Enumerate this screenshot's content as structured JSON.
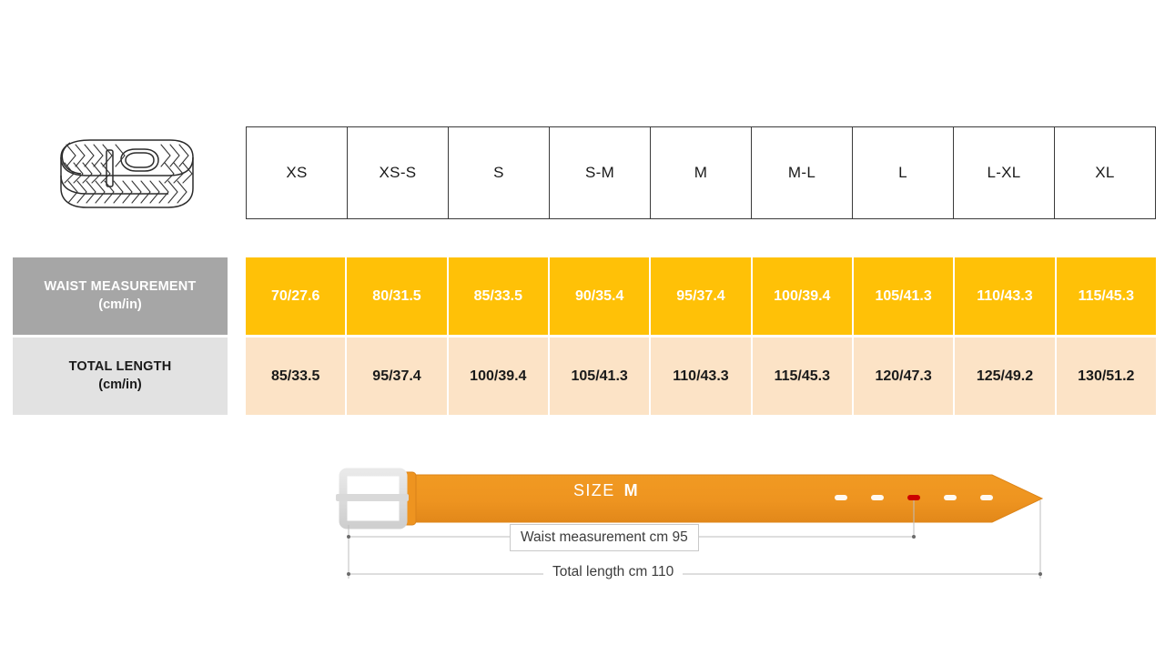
{
  "product": {
    "icon": "braided-belt-illustration"
  },
  "table": {
    "sizes": [
      "XS",
      "XS-S",
      "S",
      "S-M",
      "M",
      "M-L",
      "L",
      "L-XL",
      "XL"
    ],
    "rows": [
      {
        "id": "waist-measurement",
        "label_line1": "WAIST MEASUREMENT",
        "label_line2": "(cm/in)",
        "values": [
          "70/27.6",
          "80/31.5",
          "85/33.5",
          "90/35.4",
          "95/37.4",
          "100/39.4",
          "105/41.3",
          "110/43.3",
          "115/45.3"
        ]
      },
      {
        "id": "total-length",
        "label_line1": "TOTAL LENGTH",
        "label_line2": "(cm/in)",
        "values": [
          "85/33.5",
          "95/37.4",
          "100/39.4",
          "105/41.3",
          "110/43.3",
          "115/45.3",
          "120/47.3",
          "125/49.2",
          "130/51.2"
        ]
      }
    ]
  },
  "diagram": {
    "size_prefix": "SIZE",
    "size_value": "M",
    "waist_label": "Waist measurement cm 95",
    "length_label": "Total length cm 110",
    "holes_total": 5,
    "highlighted_hole_index": 2
  },
  "colors": {
    "waist_row_bg": "#FFC107",
    "length_row_bg": "#FCE3C6",
    "waist_label_bg": "#A6A6A6",
    "length_label_bg": "#E2E2E2",
    "belt_strap": "#EE9420",
    "belt_highlight_hole": "#CC0000",
    "buckle": "#D9D9D9",
    "page_bg": "#FFFFFF"
  }
}
